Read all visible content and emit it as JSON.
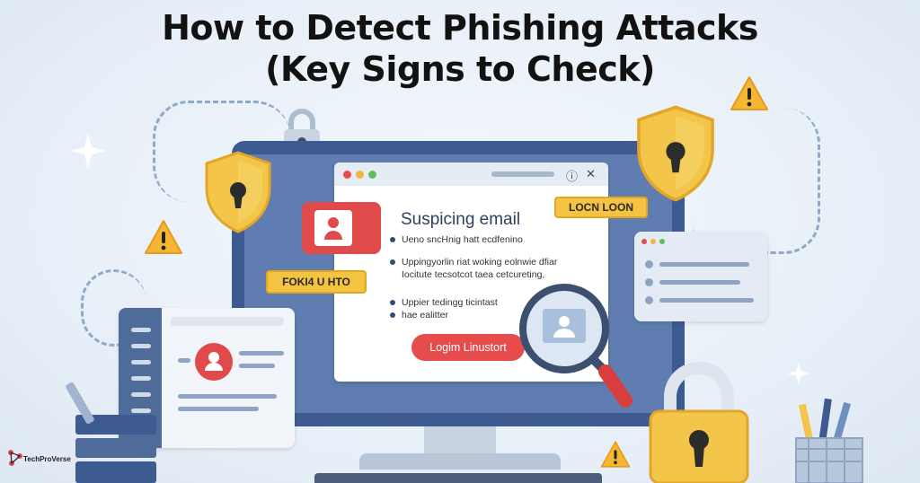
{
  "title": {
    "line1": "How to Detect Phishing Attacks",
    "line2": "(Key Signs to Check)"
  },
  "email_window": {
    "title": "Suspicing email",
    "lines": [
      "Ueno sncHnig hatt ecdfenino",
      "Uppingyorlin riat woking eolnwie dfiar",
      "Iocitute tecsotcot taea cetcureting,",
      "Uppier tedingg ticintast",
      "hae ealitter"
    ],
    "login_button": "Logim Linustort",
    "close_glyph": "✕",
    "info_glyph": "ⓘ"
  },
  "labels": {
    "login_tag": "LOCN LOON",
    "fake_tag": "FOKI4 U HTO"
  },
  "brand": {
    "logo_text": "TechProVerse"
  },
  "colors": {
    "accent_red": "#e14a4a",
    "accent_yellow": "#f5c342",
    "monitor_blue": "#3d5b90"
  },
  "icons": [
    "warning-icon",
    "padlock-icon",
    "shield-keyhole-icon",
    "magnifier-icon",
    "user-icon",
    "sparkle-icon",
    "pencil-cup-icon"
  ]
}
